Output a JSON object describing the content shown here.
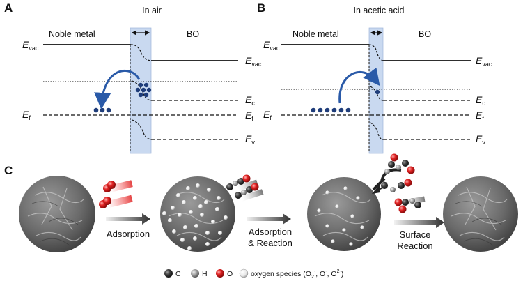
{
  "panels": {
    "a": {
      "letter": "A",
      "title": "In air",
      "left_label": "Noble metal",
      "right_label": "BO",
      "e_vac": "E",
      "e_vac_sub": "vac",
      "e_c": "E",
      "e_c_sub": "c",
      "e_f": "E",
      "e_f_sub": "f",
      "e_v": "E",
      "e_v_sub": "v"
    },
    "b": {
      "letter": "B",
      "title": "In acetic acid",
      "left_label": "Noble metal",
      "right_label": "BO",
      "e_vac": "E",
      "e_vac_sub": "vac",
      "e_c": "E",
      "e_c_sub": "c",
      "e_f": "E",
      "e_f_sub": "f",
      "e_v": "E",
      "e_v_sub": "v"
    },
    "c": {
      "letter": "C",
      "step1": "Adsorption",
      "step2_line1": "Adsorption",
      "step2_line2": "& Reaction",
      "step3_line1": "Surface",
      "step3_line2": "Reaction"
    }
  },
  "legend": {
    "c_label": "C",
    "h_label": "H",
    "o_label": "O",
    "oxygen_text": "oxygen species (O",
    "oxygen_sub1": "2",
    "oxygen_sup1": "-",
    "oxygen_mid1": ", O",
    "oxygen_sup2": "-",
    "oxygen_mid2": ", O",
    "oxygen_sup3": "2-",
    "oxygen_end": ")"
  },
  "colors": {
    "band": "#c9d9f0",
    "electron": "#1f3d7a",
    "arrow": "#2a5aa8",
    "sphere": "#6d6d6d",
    "oxygen": "#d62020",
    "carbon": "#3a3a3a",
    "hydrogen": "#9a9a9a"
  }
}
